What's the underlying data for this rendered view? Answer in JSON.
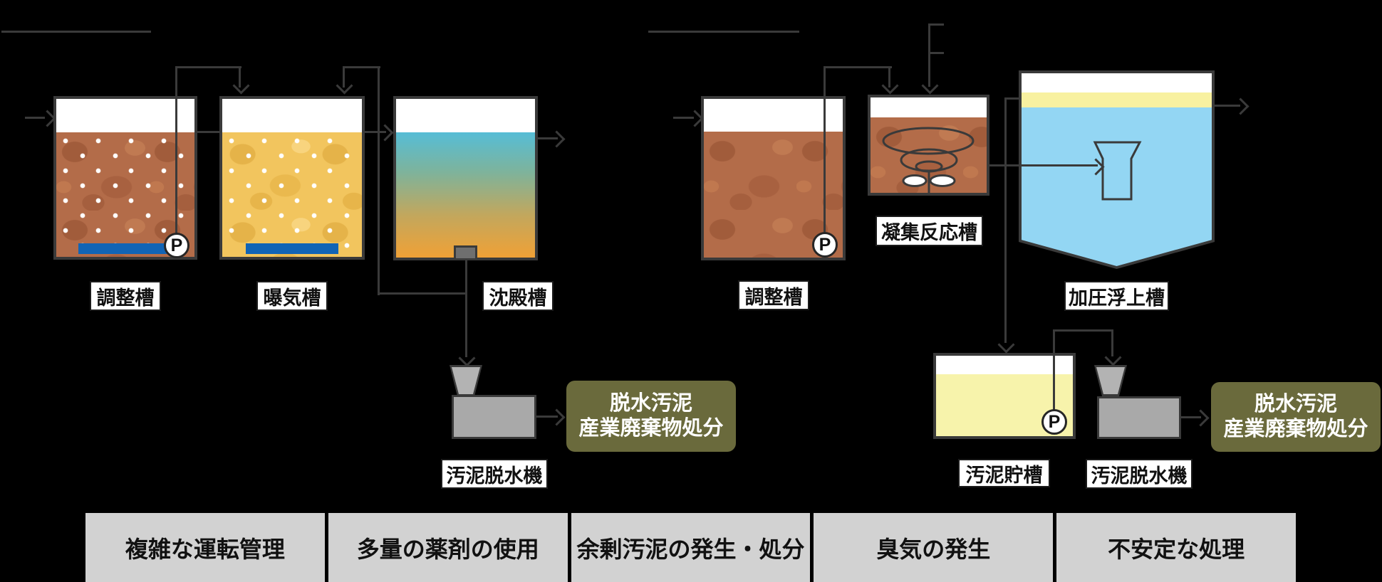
{
  "common": {
    "pump_label": "P",
    "disposal_line1": "脱水汚泥",
    "disposal_line2": "産業廃棄物処分"
  },
  "left_process": {
    "tank1": "調整槽",
    "tank2": "曝気槽",
    "tank3": "沈殿槽",
    "dewatering": "汚泥脱水機"
  },
  "right_process": {
    "tank1": "調整槽",
    "tank2": "凝集反応槽",
    "tank3": "加圧浮上槽",
    "tank4": "汚泥貯槽",
    "dewatering": "汚泥脱水機"
  },
  "issues": [
    "複雑な運転管理",
    "多量の薬剤の使用",
    "余剰汚泥の発生・処分",
    "臭気の発生",
    "不安定な処理"
  ],
  "colors": {
    "line": "#3a3a3a",
    "raw_water_brown": "#b36c49",
    "aeration_yellow": "#f2c55e",
    "settling_gradient_top": "#56bdd6",
    "settling_gradient_bottom": "#f0a136",
    "diffuser_blue": "#1164b5",
    "daf_blue": "#93d6f3",
    "scum_yellow": "#f8f1a0",
    "storage_yellow": "#f7f3ab",
    "disposal_olive": "#6a6a3c",
    "issues_bar_gray": "#d2d2d2"
  }
}
